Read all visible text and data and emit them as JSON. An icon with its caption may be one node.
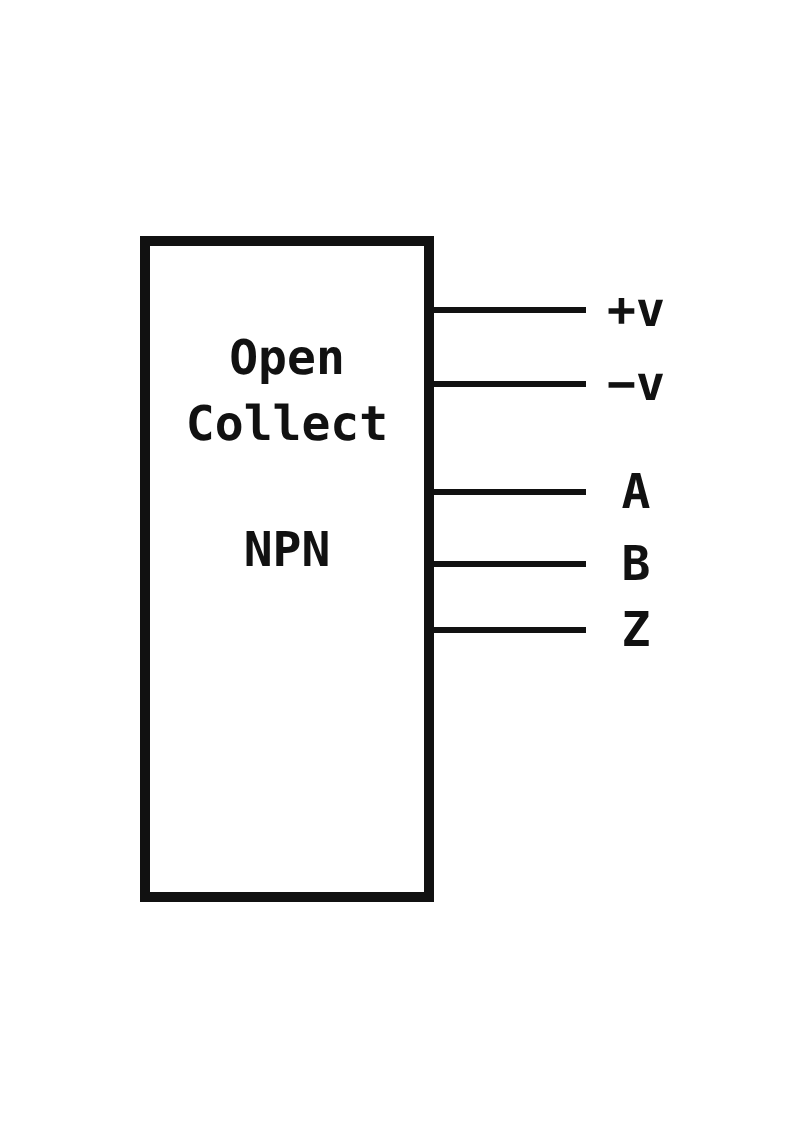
{
  "diagram": {
    "nodes": [
      {
        "text": [
          "Open Collect",
          "NPN"
        ]
      },
      {
        "text": [
          "+v"
        ]
      },
      {
        "text": [
          "−v"
        ]
      },
      {
        "text": [
          "A"
        ]
      },
      {
        "text": [
          "B"
        ]
      },
      {
        "text": [
          "Z"
        ]
      }
    ],
    "edges": [
      {
        "from": 0,
        "to": 1,
        "arrow": "none"
      },
      {
        "from": 0,
        "to": 2,
        "arrow": "none"
      },
      {
        "from": 0,
        "to": 3,
        "arrow": "none"
      },
      {
        "from": 0,
        "to": 4,
        "arrow": "none"
      },
      {
        "from": 0,
        "to": 5,
        "arrow": "none"
      }
    ]
  }
}
